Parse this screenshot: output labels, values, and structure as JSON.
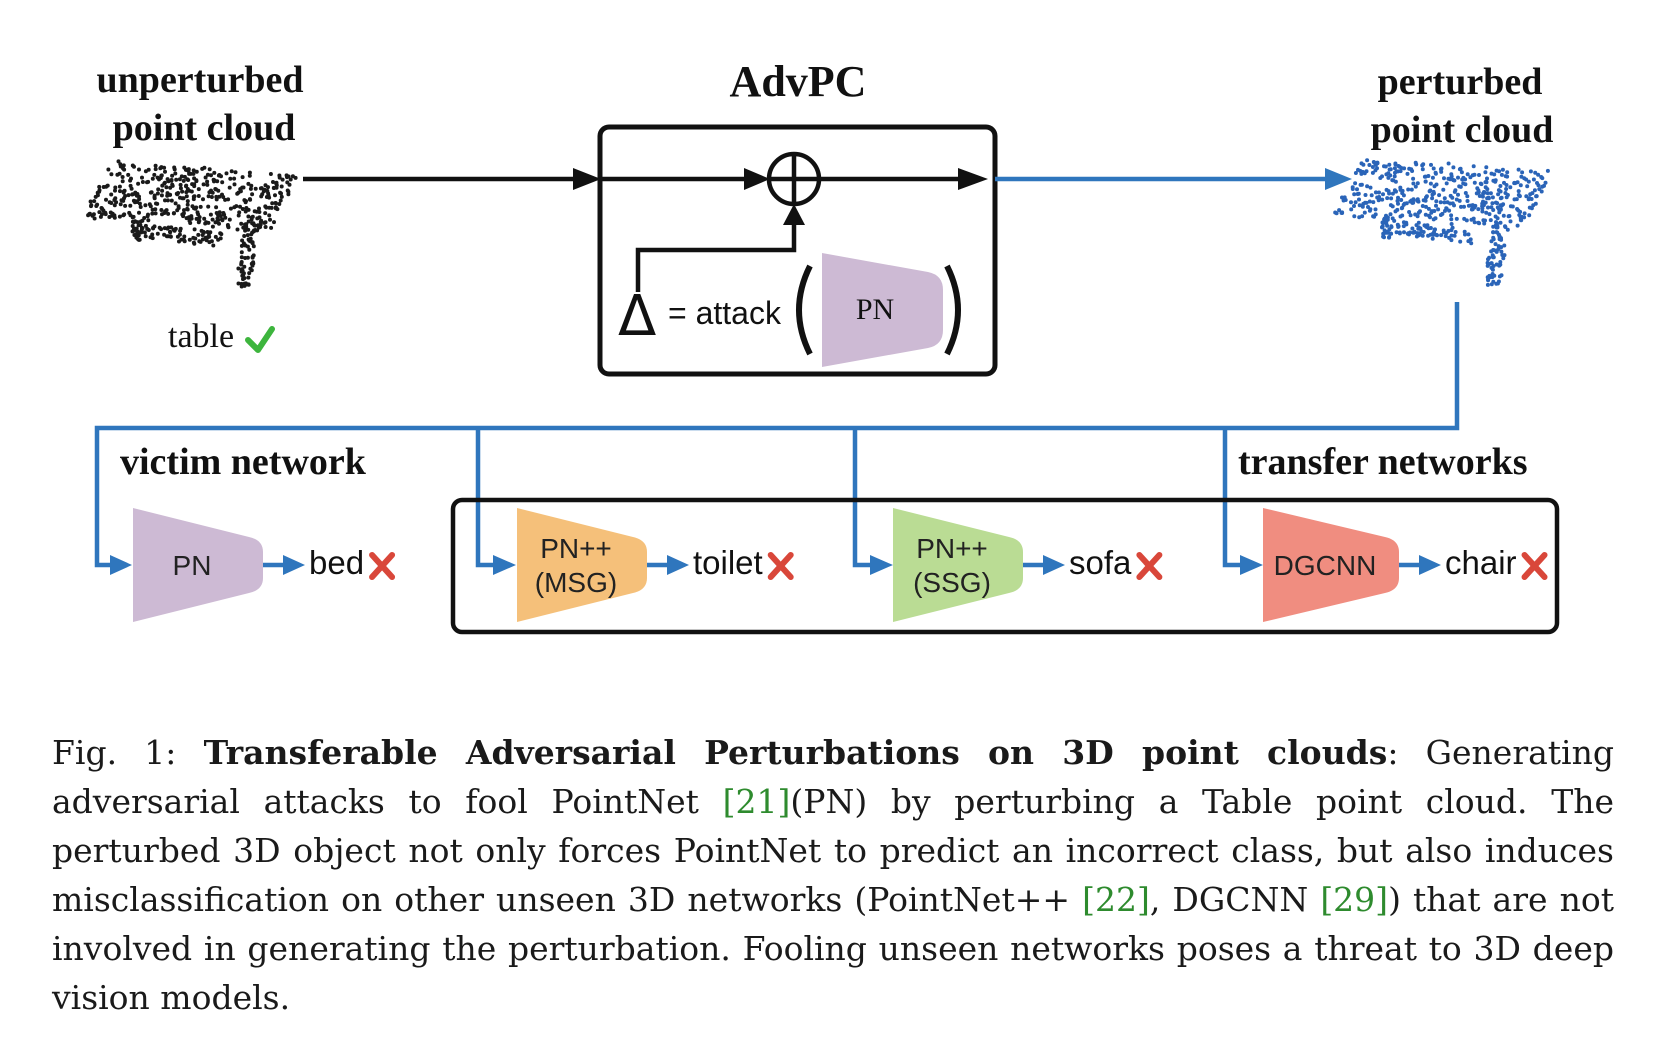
{
  "diagram": {
    "title": "AdvPC",
    "input_label_line1": "unperturbed",
    "input_label_line2": "point cloud",
    "input_class": "table",
    "output_label_line1": "perturbed",
    "output_label_line2": "point cloud",
    "equation_delta": "Δ",
    "equation_text": "= attack",
    "attack_network": "PN",
    "victim_heading": "victim network",
    "transfer_heading": "transfer networks",
    "networks": [
      {
        "name_line1": "PN",
        "name_line2": "",
        "prediction": "bed",
        "color": "#cdbad4"
      },
      {
        "name_line1": "PN++",
        "name_line2": "(MSG)",
        "prediction": "toilet",
        "color": "#f5c07a"
      },
      {
        "name_line1": "PN++",
        "name_line2": "(SSG)",
        "prediction": "sofa",
        "color": "#badc94"
      },
      {
        "name_line1": "DGCNN",
        "name_line2": "",
        "prediction": "chair",
        "color": "#f08d80"
      }
    ],
    "colors": {
      "arrow_black": "#111111",
      "arrow_blue": "#2f76bd",
      "check_green": "#3db53d",
      "cross_red": "#d9473a",
      "point_black": "#1a1a1a",
      "point_blue": "#2a64b8"
    }
  },
  "caption": {
    "prefix": "Fig. 1: ",
    "title": "Transferable Adversarial Perturbations on 3D point clouds",
    "text1": ": Generating adversarial attacks to fool PointNet ",
    "ref1": "[21]",
    "text2": "(PN) by perturbing a Table point cloud. The perturbed 3D object not only forces PointNet to predict an incorrect class, but also induces misclassification on other unseen 3D networks (PointNet++ ",
    "ref2": "[22]",
    "text3": ", DGCNN ",
    "ref3": "[29]",
    "text4": ") that are not involved in generating the perturbation. Fooling unseen networks poses a threat to 3D deep vision models."
  }
}
